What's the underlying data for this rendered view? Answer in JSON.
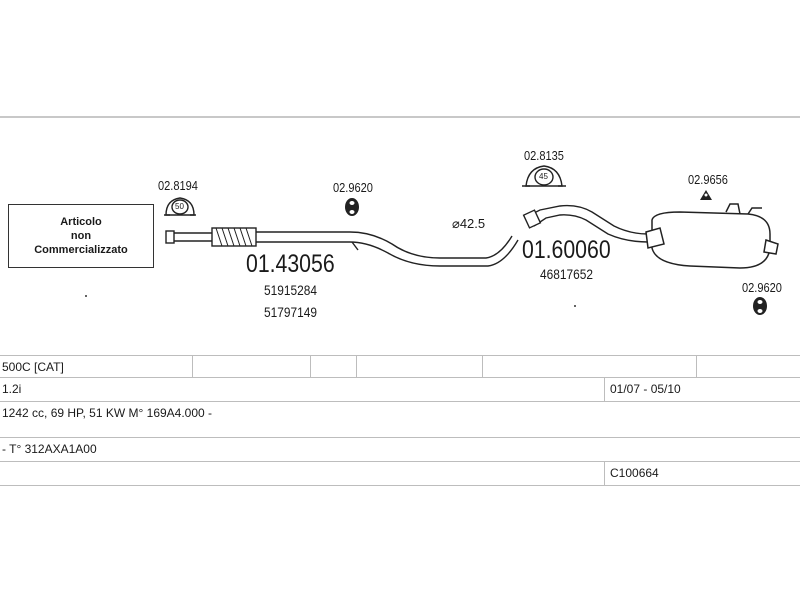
{
  "notice": {
    "line1": "Articolo",
    "line2": "non",
    "line3": "Commercializzato"
  },
  "parts": {
    "clamp_front": "02.8194",
    "clamp_front_badge": "50",
    "mount_front": "02.9620",
    "clamp_mid": "02.8135",
    "clamp_mid_badge": "45",
    "mount_rear_top": "02.9656",
    "mount_rear_bottom": "02.9620",
    "front_pipe_code": "01.43056",
    "front_pipe_oem1": "51915284",
    "front_pipe_oem2": "51797149",
    "diameter": "⌀42.5",
    "rear_silencer_code": "01.60060",
    "rear_silencer_oem": "46817652"
  },
  "table": {
    "model": "500C  [CAT]",
    "engine": "1.2i",
    "years": "01/07 - 05/10",
    "specs": "1242 cc, 69 HP, 51 KW  M° 169A4.000 -",
    "type": "- T° 312AXA1A00",
    "code": "C100664"
  }
}
